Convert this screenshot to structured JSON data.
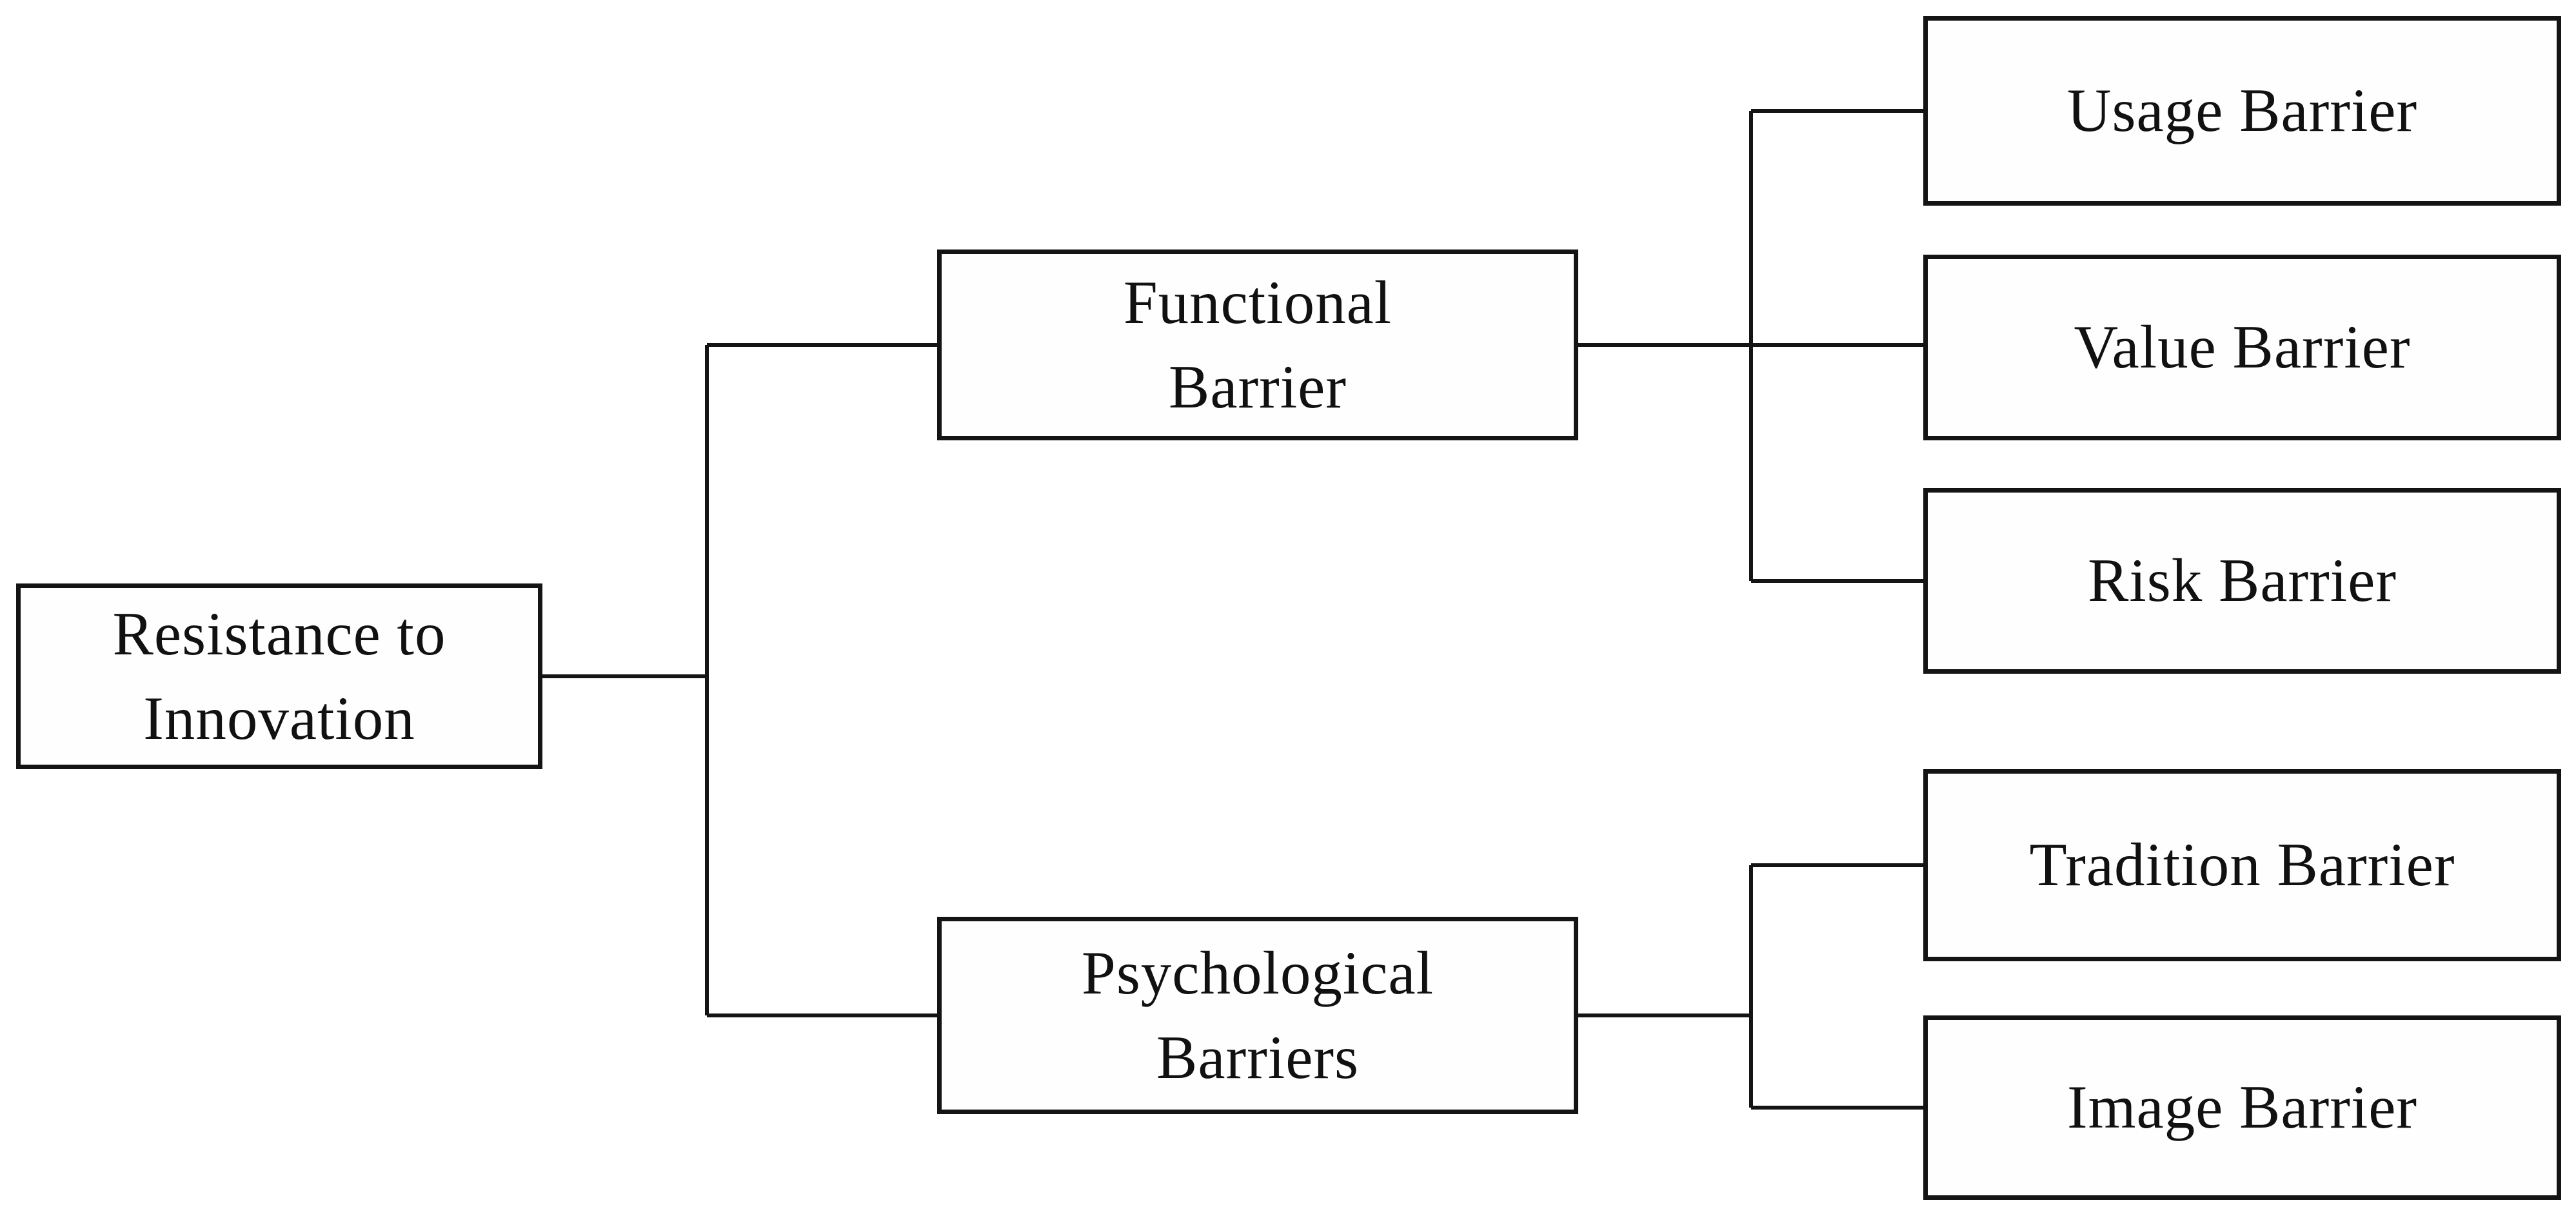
{
  "diagram": {
    "nodes": {
      "root": {
        "label": "Resistance to\nInnovation"
      },
      "functional": {
        "label": "Functional\nBarrier"
      },
      "psychological": {
        "label": "Psychological\nBarriers"
      },
      "usage": {
        "label": "Usage Barrier"
      },
      "value": {
        "label": "Value Barrier"
      },
      "risk": {
        "label": "Risk Barrier"
      },
      "tradition": {
        "label": "Tradition Barrier"
      },
      "image": {
        "label": "Image Barrier"
      }
    },
    "edges": [
      {
        "from": "root",
        "to": "functional"
      },
      {
        "from": "root",
        "to": "psychological"
      },
      {
        "from": "functional",
        "to": "usage"
      },
      {
        "from": "functional",
        "to": "value"
      },
      {
        "from": "functional",
        "to": "risk"
      },
      {
        "from": "psychological",
        "to": "tradition"
      },
      {
        "from": "psychological",
        "to": "image"
      }
    ],
    "colors": {
      "background": "#ffffff",
      "line": "#141414",
      "box_fill": "#fefefe",
      "text": "#111111"
    }
  }
}
